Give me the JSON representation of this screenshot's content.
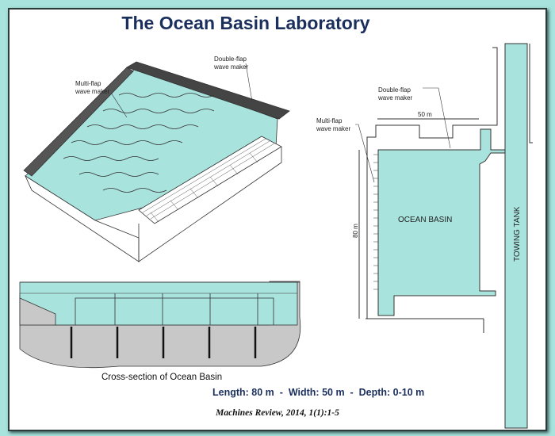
{
  "title": "The Ocean Basin Laboratory",
  "iso_labels": {
    "double_flap": [
      "Double-flap",
      "wave maker"
    ],
    "multi_flap": [
      "Multi-flap",
      "wave maker"
    ]
  },
  "plan_labels": {
    "double_flap": [
      "Double-flap",
      "wave maker"
    ],
    "multi_flap": [
      "Multi-flap",
      "wave maker"
    ],
    "width": "50 m",
    "length": "80 m",
    "basin": "OCEAN BASIN",
    "tank": "TOWING TANK"
  },
  "cross_section_caption": "Cross-section of Ocean Basin",
  "dimensions": "Length: 80 m  -  Width: 50 m  -  Depth: 0-10 m",
  "citation": "Machines Review, 2014, 1(1):1-5",
  "colors": {
    "water": "#a9e3dd",
    "title": "#1b2f5c",
    "ground": "#c8c8c8"
  }
}
